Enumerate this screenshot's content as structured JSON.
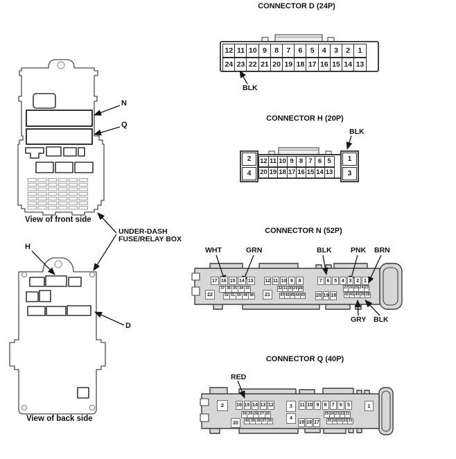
{
  "fuse_box": {
    "label_line1": "UNDER-DASH",
    "label_line2": "FUSE/RELAY BOX",
    "front_caption": "View of front side",
    "back_caption": "View of back side",
    "connector_refs": {
      "n": "N",
      "q": "Q",
      "h": "H",
      "d": "D"
    }
  },
  "connector_d": {
    "title": "CONNECTOR D (24P)",
    "row_top": [
      "12",
      "11",
      "10",
      "9",
      "8",
      "7",
      "6",
      "5",
      "4",
      "3",
      "2",
      "1"
    ],
    "row_bottom": [
      "24",
      "23",
      "22",
      "21",
      "20",
      "19",
      "18",
      "17",
      "16",
      "15",
      "14",
      "13"
    ],
    "wire_label": "BLK"
  },
  "connector_h": {
    "title": "CONNECTOR H (20P)",
    "left_top": [
      "2"
    ],
    "left_bottom": [
      "4"
    ],
    "row_top": [
      "12",
      "11",
      "10",
      "9",
      "8",
      "7",
      "6",
      "5"
    ],
    "row_bottom": [
      "20",
      "19",
      "18",
      "17",
      "16",
      "15",
      "14",
      "13"
    ],
    "right_top": [
      "1"
    ],
    "right_bottom": [
      "3"
    ],
    "wire_label": "BLK"
  },
  "connector_n": {
    "title": "CONNECTOR N (52P)",
    "wires": {
      "wht": "WHT",
      "grn": "GRN",
      "blk_top": "BLK",
      "pnk": "PNK",
      "brn": "BRN",
      "gry": "GRY",
      "blk_bottom": "BLK"
    },
    "cells": {
      "row1_left": [
        "17",
        "16",
        "15",
        "14",
        "13"
      ],
      "row2_left": [
        "37",
        "36",
        "35",
        "34",
        "33"
      ],
      "row3_left": [
        "52",
        "51",
        "50",
        "49",
        "48"
      ],
      "pin22": [
        "22"
      ],
      "row1_mid": [
        "12",
        "11",
        "10",
        "9",
        "8"
      ],
      "row2_mid": [
        "32",
        "31",
        "30",
        "29",
        "28"
      ],
      "row3_mid": [
        "47",
        "46",
        "45",
        "44",
        "43"
      ],
      "pin21": [
        "21"
      ],
      "group20": [
        "20",
        "19",
        "18"
      ],
      "row1_right": [
        "7",
        "6",
        "5",
        "4",
        "3",
        "2",
        "1"
      ],
      "row2_right": [
        "27",
        "26",
        "25",
        "24",
        "23"
      ],
      "row3_right": [
        "42",
        "41",
        "40",
        "39",
        "38"
      ]
    }
  },
  "connector_q": {
    "title": "CONNECTOR Q (40P)",
    "wire_label": "RED",
    "cells": {
      "pin2": [
        "2"
      ],
      "row1_left": [
        "16",
        "15",
        "14",
        "13",
        "12"
      ],
      "row2_left": [
        "30",
        "29",
        "28",
        "27",
        "26"
      ],
      "row3_left": [
        "40",
        "39",
        "38",
        "37",
        "36"
      ],
      "pin20": [
        "20"
      ],
      "pin3": [
        "3"
      ],
      "pin4": [
        "4"
      ],
      "row1_right": [
        "11",
        "10",
        "9",
        "8",
        "7",
        "6",
        "5"
      ],
      "row2_right": [
        "25",
        "24",
        "23",
        "22",
        "21"
      ],
      "row3_right": [
        "35",
        "34",
        "33",
        "32",
        "31"
      ],
      "group19": [
        "19",
        "18",
        "17"
      ],
      "pin1": [
        "1"
      ]
    }
  },
  "colors": {
    "line": "#3c3c3c",
    "body_fill": "#d7d7d7",
    "arrow": "#151515"
  }
}
